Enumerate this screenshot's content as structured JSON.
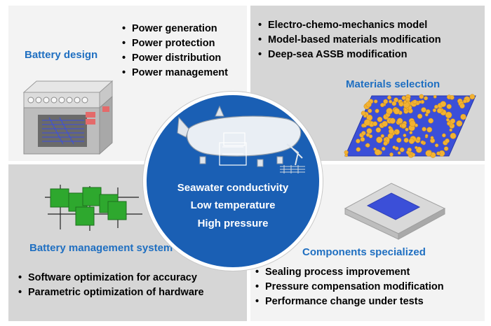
{
  "battery_design": {
    "title": "Battery design",
    "items": [
      "Power generation",
      "Power protection",
      "Power distribution",
      "Power management"
    ]
  },
  "materials_selection": {
    "title": "Materials selection",
    "items": [
      "Electro-chemo-mechanics model",
      "Model-based materials modification",
      "Deep-sea ASSB modification"
    ]
  },
  "battery_management_system": {
    "title": "Battery management system",
    "items": [
      "Software optimization for accuracy",
      "Parametric optimization of hardware"
    ]
  },
  "components_specialized": {
    "title": "Components specialized",
    "items": [
      "Sealing process improvement",
      "Pressure compensation modification",
      "Performance change under tests"
    ]
  },
  "center": {
    "lines": [
      "Seawater conductivity",
      "Low temperature",
      "High pressure"
    ]
  },
  "colors": {
    "title_blue": "#1f6fc1",
    "circle_blue": "#1a5fb4",
    "chip_green": "#2ea82e",
    "particle_orange": "#f2b233",
    "pad_blue": "#3b4fd8"
  }
}
